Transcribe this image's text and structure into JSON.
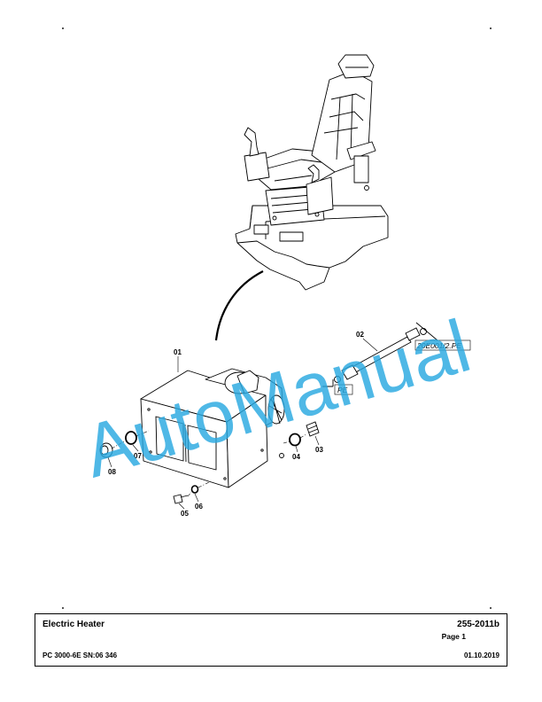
{
  "diagram": {
    "callouts": [
      "01",
      "02",
      "03",
      "04",
      "05",
      "06",
      "07",
      "08"
    ],
    "tags": [
      "20E001/2.PE",
      "PE"
    ],
    "watermark": "AutoManual"
  },
  "title_block": {
    "title": "Electric Heater",
    "doc_number": "255-2011b",
    "page": "Page 1",
    "model": "PC 3000-6E SN:06 346",
    "date": "01.10.2019"
  },
  "colors": {
    "watermark": "#29a9e1",
    "line": "#000000"
  }
}
